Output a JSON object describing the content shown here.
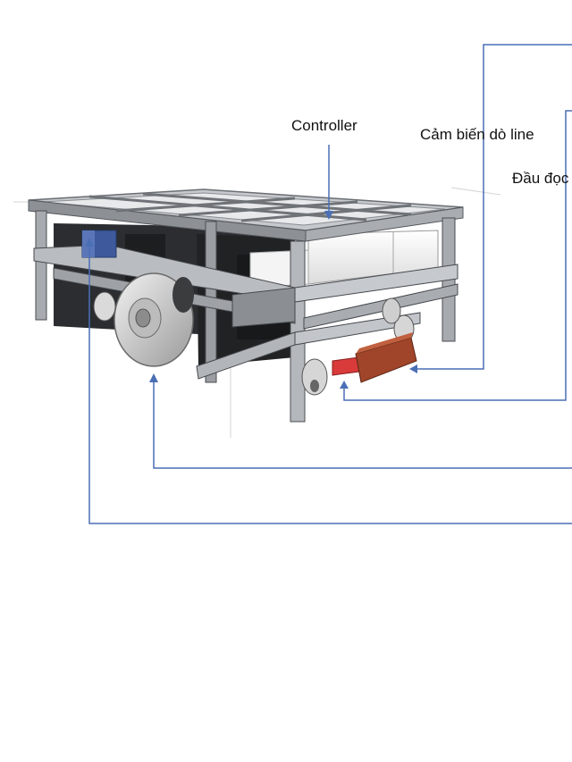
{
  "labels": {
    "controller": "Controller",
    "line_sensor": "Cảm biến dò line",
    "reader_head": "Đầu đọc"
  },
  "colors": {
    "leader_line": "#4a6fb5",
    "frame_light": "#cfd2d6",
    "frame_dark": "#3f4347",
    "reader_block": "#a0452a",
    "sensor_block": "#d93a3a",
    "motor_block": "#3e5a9c"
  }
}
